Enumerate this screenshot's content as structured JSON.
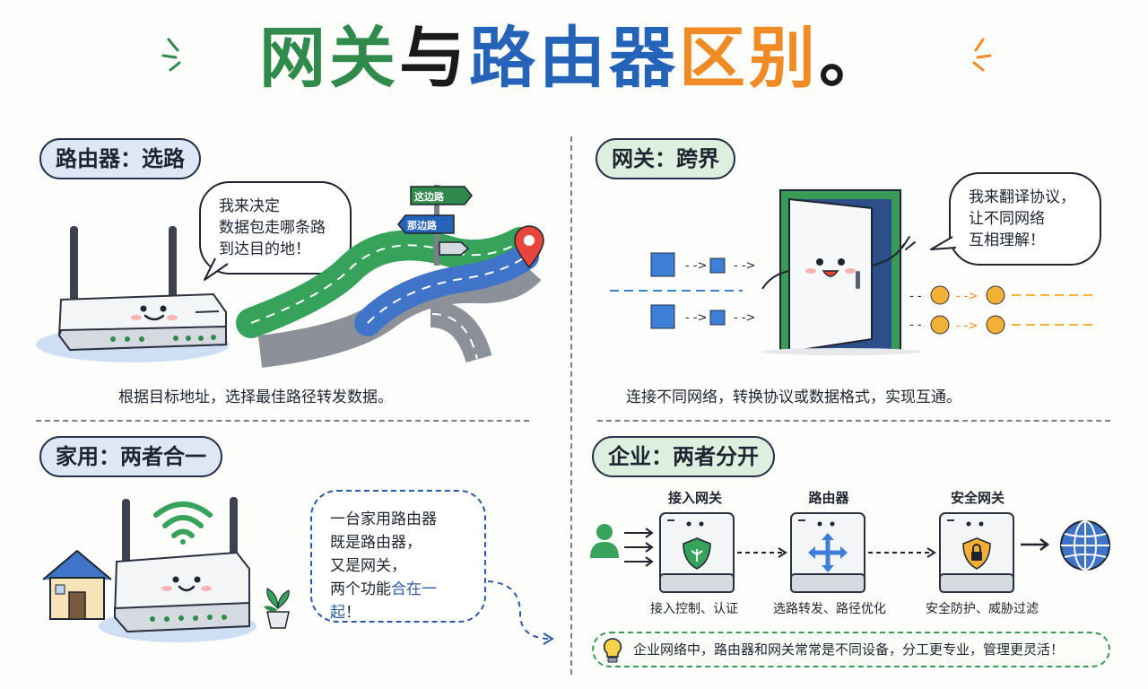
{
  "title": {
    "part1": "网关",
    "part2": "与",
    "part3": "路由器",
    "part4": "区别",
    "part5": "。"
  },
  "sections": {
    "router": {
      "heading": "路由器：选路",
      "speech": "我来决定\n数据包走哪条路\n到达目的地！",
      "sign_top": "这边路",
      "sign_bottom": "那边路",
      "caption": "根据目标地址，选择最佳路径转发数据。"
    },
    "gateway": {
      "heading": "网关：跨界",
      "speech": "我来翻译协议，\n让不同网络\n互相理解！",
      "caption": "连接不同网络，转换协议或数据格式，实现互通。"
    },
    "home": {
      "heading": "家用：两者合一",
      "line1": "一台家用路由器",
      "line2": "既是路由器，",
      "line3": "又是网关，",
      "line4_prefix": "两个功能",
      "line4_highlight": "合在一起",
      "line4_suffix": "！"
    },
    "enterprise": {
      "heading": "企业：两者分开",
      "devices": [
        {
          "label": "接入网关",
          "desc": "接入控制、认证",
          "icon": "shield-leaf-icon"
        },
        {
          "label": "路由器",
          "desc": "选路转发、路径优化",
          "icon": "four-arrows-icon"
        },
        {
          "label": "安全网关",
          "desc": "安全防护、威胁过滤",
          "icon": "shield-lock-icon"
        }
      ],
      "note": "企业网络中，路由器和网关常常是不同设备，分工更专业，管理更灵活！"
    }
  },
  "colors": {
    "green": "#2f8a4b",
    "blue": "#2463b8",
    "orange": "#f08a24",
    "packet_blue": "#3d7fd6",
    "packet_orange": "#f2b134"
  }
}
